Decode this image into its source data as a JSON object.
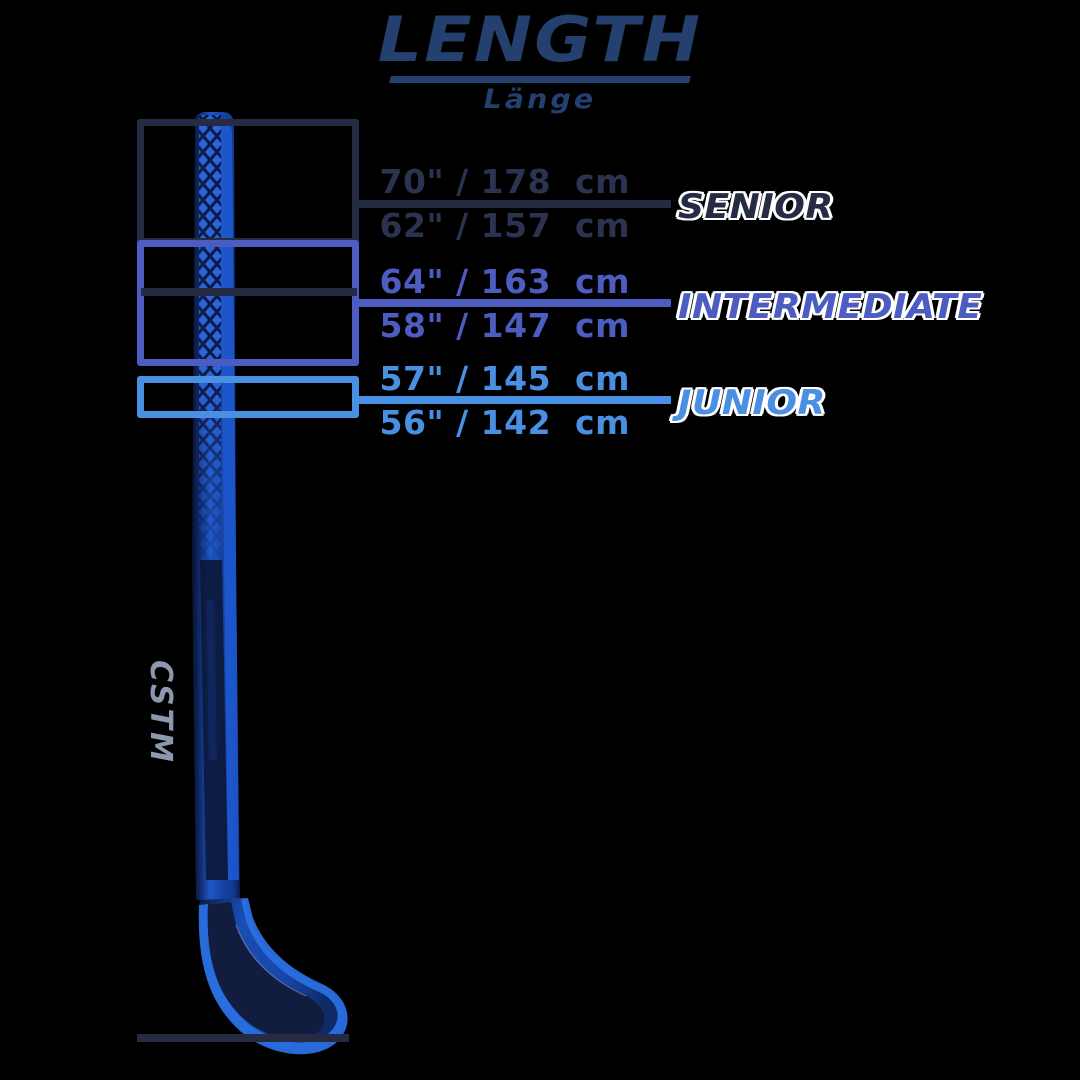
{
  "title": {
    "main": "LENGTH",
    "sub": "Länge"
  },
  "colors": {
    "background": "#000000",
    "senior": "#252b42",
    "intermediate": "#4c5cc0",
    "junior": "#4a90e2",
    "title": "#23406e",
    "stick_shaft": "#1d48a8",
    "stick_dark": "#101b3d",
    "outline": "#ffffff"
  },
  "product": {
    "shaft_brand": "CSTM"
  },
  "categories": [
    {
      "key": "senior",
      "label": "SENIOR",
      "color": "#252b42",
      "max": "70\" / 178  cm",
      "min": "62\" / 157  cm"
    },
    {
      "key": "intermediate",
      "label": "INTERMEDIATE",
      "color": "#4c5cc0",
      "max": "64\" / 163  cm",
      "min": "58\" / 147  cm"
    },
    {
      "key": "junior",
      "label": "JUNIOR",
      "color": "#4a90e2",
      "max": "57\" / 145  cm",
      "min": "56\" / 142  cm"
    }
  ],
  "chart_data": {
    "type": "diagram",
    "title": "LENGTH / Länge",
    "description": "Hockey stick length sizing chart with three overlapping range brackets",
    "series": [
      {
        "name": "SENIOR",
        "max_in": 70,
        "max_cm": 178,
        "min_in": 62,
        "min_cm": 157
      },
      {
        "name": "INTERMEDIATE",
        "max_in": 64,
        "max_cm": 163,
        "min_in": 58,
        "min_cm": 147
      },
      {
        "name": "JUNIOR",
        "max_in": 57,
        "max_cm": 145,
        "min_in": 56,
        "min_cm": 142
      }
    ],
    "units": [
      "inches",
      "cm"
    ]
  }
}
